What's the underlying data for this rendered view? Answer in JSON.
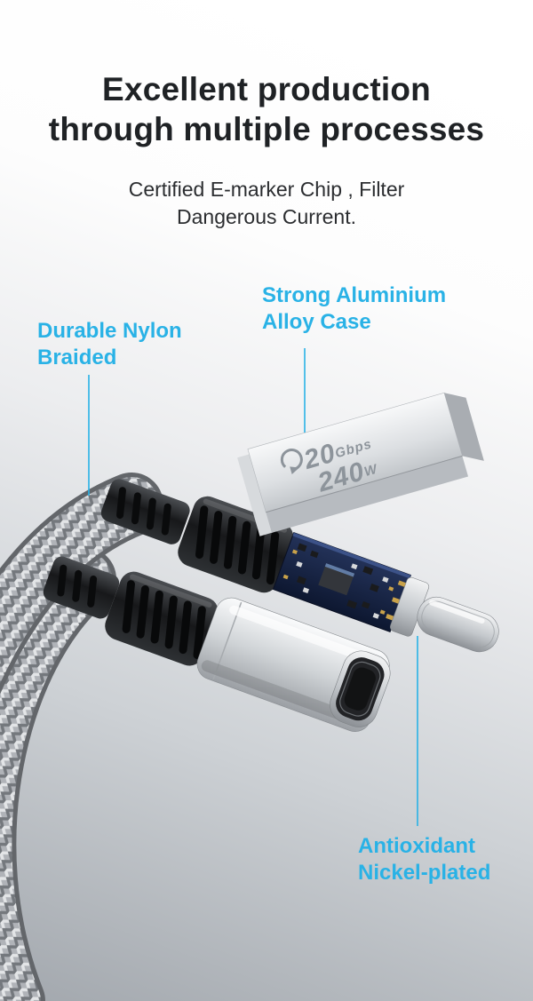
{
  "header": {
    "title_line1": "Excellent production",
    "title_line2": "through multiple processes",
    "subtitle_line1": "Certified E-marker Chip , Filter",
    "subtitle_line2": "Dangerous Current."
  },
  "callouts": {
    "nylon_braided": {
      "line1": "Durable Nylon",
      "line2": "Braided"
    },
    "alloy_case": {
      "line1": "Strong Aluminium",
      "line2": "Alloy Case"
    },
    "nickel_plated": {
      "line1": "Antioxidant",
      "line2": "Nickel-plated"
    }
  },
  "engraving": {
    "speed_num": "20",
    "speed_unit": "Gbps",
    "power_num": "240",
    "power_unit": "W"
  },
  "colors": {
    "accent": "#29b2e6",
    "title_text": "#1f2225"
  }
}
